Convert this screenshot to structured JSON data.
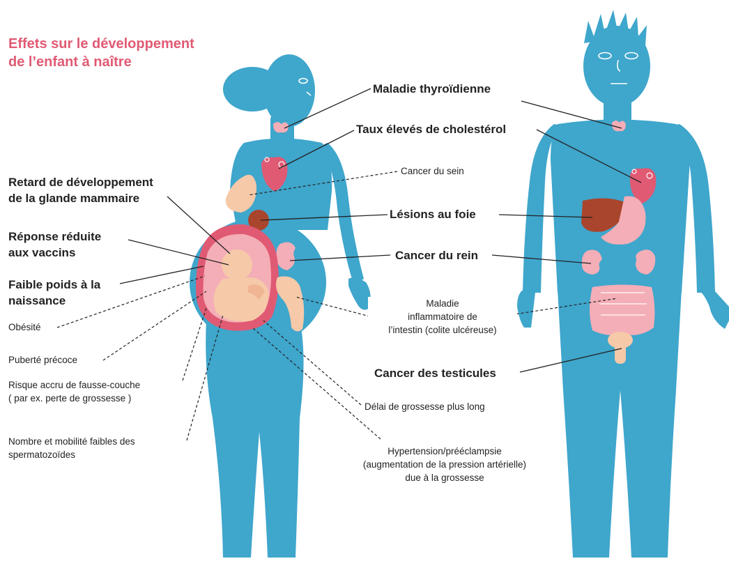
{
  "title_lines": [
    "Effets sur le développement",
    "de l’enfant à naître"
  ],
  "labels": {
    "thyroid": "Maladie thyroïdienne",
    "cholesterol": "Taux élevés de cholestérol",
    "breast_cancer": "Cancer du sein",
    "mammary_line1": "Retard de développement",
    "mammary_line2": "de la glande mammaire",
    "liver": "Lésions au foie",
    "vaccine_line1": "Réponse réduite",
    "vaccine_line2": "aux vaccins",
    "kidney": "Cancer du rein",
    "lbw_line1": "Faible poids à la",
    "lbw_line2": "naissance",
    "ibd_line1": "Maladie",
    "ibd_line2": "inflammatoire de",
    "ibd_line3": "l’intestin (colite ulcéreuse)",
    "obesity": "Obésité",
    "puberty": "Puberté précoce",
    "testicular": "Cancer des testicules",
    "miscarriage_line1": "Risque accru de fausse-couche",
    "miscarriage_line2": "( par ex. perte de grossesse )",
    "delay": "Délai de grossesse plus long",
    "sperm_line1": "Nombre et mobilité faibles des",
    "sperm_line2": "spermatozoïdes",
    "hyper_line1": "Hypertension/prééclampsie",
    "hyper_line2": "(augmentation de la pression artérielle)",
    "hyper_line3": "due à la grossesse"
  },
  "colors": {
    "body": "#3fa6cc",
    "title": "#e05a73",
    "organ_pink": "#e05a73",
    "organ_light_pink": "#f4aeb7",
    "fetus_skin": "#f6c9a9",
    "liver": "#a9452c",
    "breast": "#f6c9a9",
    "line": "#222222"
  }
}
